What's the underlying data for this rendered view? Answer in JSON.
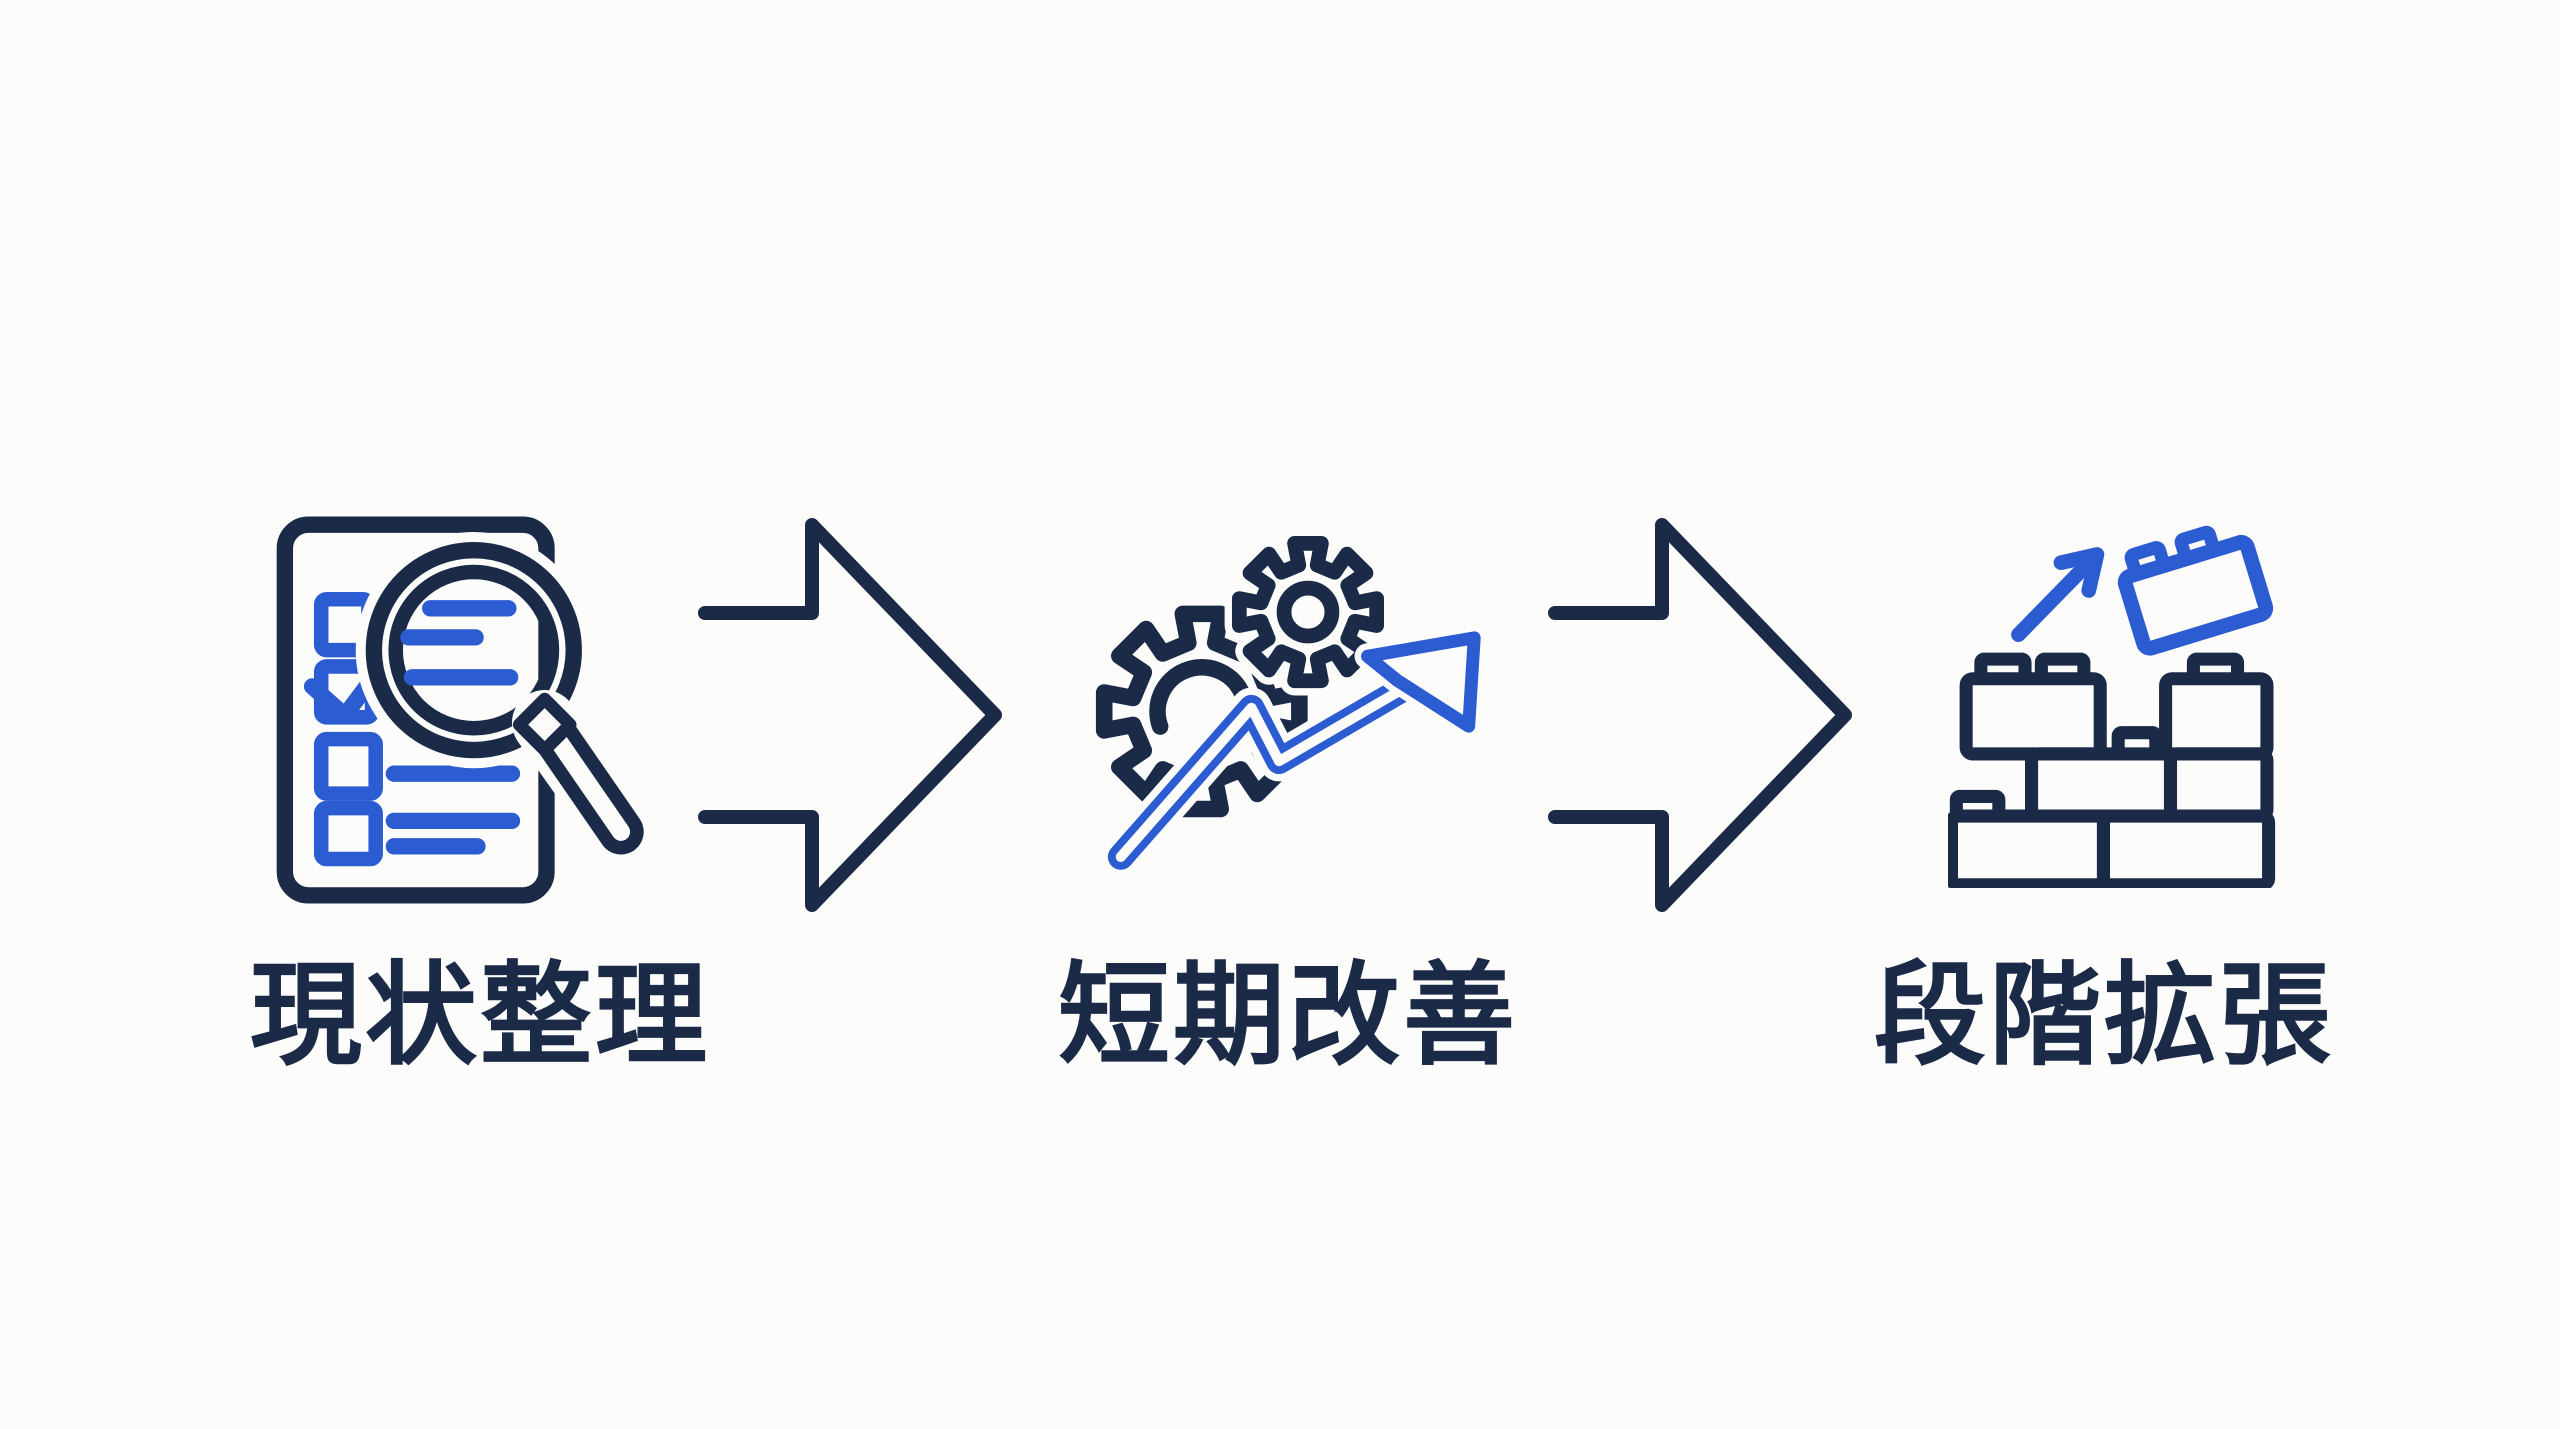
{
  "diagram": {
    "type": "process-flow",
    "background": "#fcfcfb",
    "colors": {
      "dark_navy": "#1b2a47",
      "accent_blue": "#2b5cd2"
    },
    "steps": [
      {
        "id": 1,
        "label": "現状整理",
        "icon": "checklist-magnifier-icon"
      },
      {
        "id": 2,
        "label": "短期改善",
        "icon": "gears-growth-arrow-icon"
      },
      {
        "id": 3,
        "label": "段階拡張",
        "icon": "building-blocks-expansion-icon"
      }
    ],
    "connector_icon": "flow-arrow-right-icon"
  }
}
